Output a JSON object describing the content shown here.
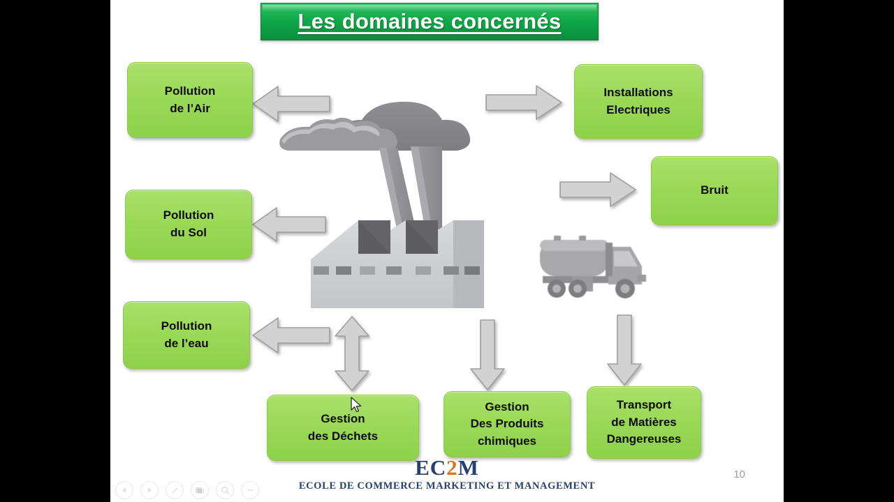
{
  "slide": {
    "title": "Les domaines concernés",
    "number": "10",
    "boxes": [
      {
        "id": "pollution-air",
        "lines": [
          "Pollution",
          "de l’Air"
        ]
      },
      {
        "id": "installations",
        "lines": [
          "Installations",
          "Electriques"
        ]
      },
      {
        "id": "bruit",
        "lines": [
          "Bruit"
        ]
      },
      {
        "id": "pollution-sol",
        "lines": [
          "Pollution",
          "du Sol"
        ]
      },
      {
        "id": "pollution-eau",
        "lines": [
          "Pollution",
          "de l’eau"
        ]
      },
      {
        "id": "gestion-dechets",
        "lines": [
          "Gestion",
          "des Déchets"
        ]
      },
      {
        "id": "gestion-produits",
        "lines": [
          "Gestion",
          "Des Produits",
          "chimiques"
        ]
      },
      {
        "id": "transport-matieres",
        "lines": [
          "Transport",
          "de Matières",
          "Dangereuses"
        ]
      }
    ],
    "arrows": [
      {
        "id": "arrow-to-air",
        "direction": "left"
      },
      {
        "id": "arrow-to-sol",
        "direction": "left"
      },
      {
        "id": "arrow-to-eau",
        "direction": "left"
      },
      {
        "id": "arrow-to-electrique",
        "direction": "right"
      },
      {
        "id": "arrow-to-bruit",
        "direction": "right"
      },
      {
        "id": "arrow-to-dechets",
        "direction": "up-down"
      },
      {
        "id": "arrow-to-produits",
        "direction": "down"
      },
      {
        "id": "arrow-to-transport",
        "direction": "down"
      }
    ],
    "illustrations": [
      {
        "id": "factory-icon",
        "label": "usine"
      },
      {
        "id": "tanker-truck-icon",
        "label": "camion citerne"
      }
    ],
    "logo": {
      "name_part1": "EC",
      "name_accent": "2",
      "name_part2": "M",
      "tagline": "ECOLE DE COMMERCE MARKETING ET MANAGEMENT"
    },
    "colors": {
      "box_green": "#9ad956",
      "banner_green": "#10a94a",
      "arrow_grey": "#cfcfcf",
      "logo_navy": "#27406e",
      "logo_orange": "#e2711d"
    }
  },
  "controls": [
    {
      "id": "previous-slide",
      "label": "Précédent"
    },
    {
      "id": "next-slide",
      "label": "Suivant"
    },
    {
      "id": "pen-tool",
      "label": "Stylet"
    },
    {
      "id": "all-slides",
      "label": "Toutes les diapositives"
    },
    {
      "id": "zoom-tool",
      "label": "Zoom"
    },
    {
      "id": "more-options",
      "label": "Plus d’options"
    }
  ]
}
